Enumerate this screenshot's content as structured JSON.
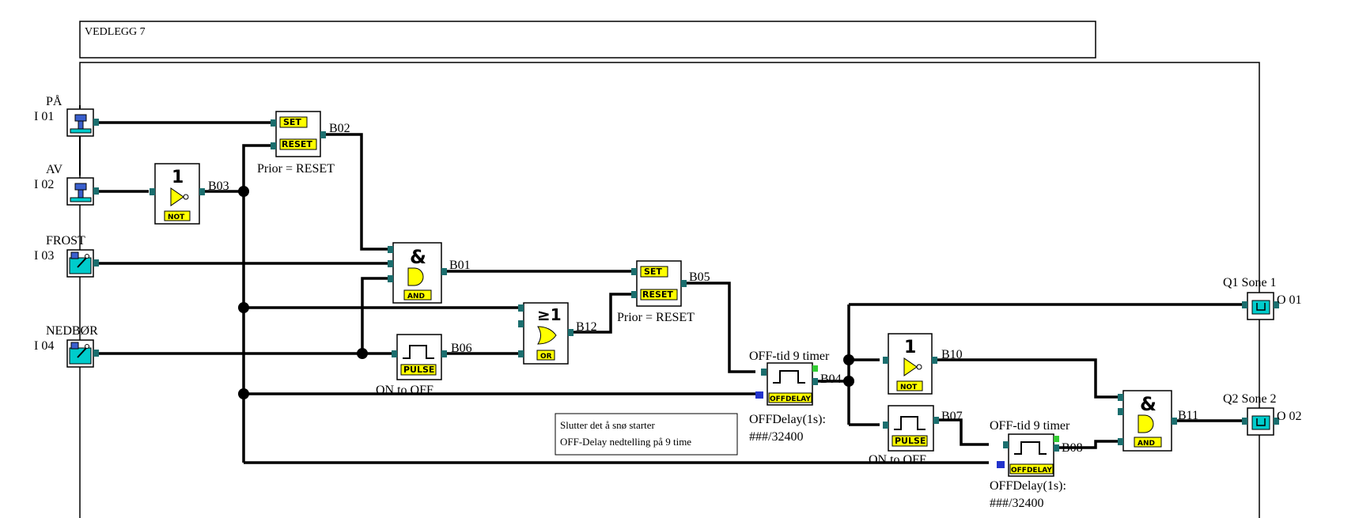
{
  "title": "VEDLEGG 7",
  "inputs": [
    {
      "name": "PÅ",
      "id": "I 01"
    },
    {
      "name": "AV",
      "id": "I 02"
    },
    {
      "name": "FROST",
      "id": "I 03"
    },
    {
      "name": "NEDBØR",
      "id": "I 04"
    }
  ],
  "outputs": [
    {
      "name": "Q1 Sone 1",
      "id": "O 01"
    },
    {
      "name": "Q2 Sone 2",
      "id": "O 02"
    }
  ],
  "blocks": {
    "b02": {
      "id": "B02",
      "set": "SET",
      "reset": "RESET",
      "note": "Prior = RESET"
    },
    "b03": {
      "id": "B03",
      "symbol": "1",
      "type": "NOT"
    },
    "b01": {
      "id": "B01",
      "symbol": "&",
      "type": "AND"
    },
    "b05": {
      "id": "B05",
      "set": "SET",
      "reset": "RESET",
      "note": "Prior = RESET"
    },
    "b12": {
      "id": "B12",
      "symbol": "≥1",
      "type": "OR"
    },
    "b06": {
      "id": "B06",
      "type": "PULSE",
      "note": "ON to OFF"
    },
    "b04": {
      "id": "B04",
      "type": "OFFDELAY",
      "header": "OFF-tid 9 timer",
      "param1": "OFFDelay(1s):",
      "param2": "###/32400"
    },
    "b10": {
      "id": "B10",
      "symbol": "1",
      "type": "NOT"
    },
    "b07": {
      "id": "B07",
      "type": "PULSE",
      "note": "ON to OFF"
    },
    "b08": {
      "id": "B08",
      "type": "OFFDELAY",
      "header": "OFF-tid 9 timer",
      "param1": "OFFDelay(1s):",
      "param2": "###/32400"
    },
    "b11": {
      "id": "B11",
      "symbol": "&",
      "type": "AND"
    }
  },
  "comment": {
    "line1": "Slutter det å snø starter",
    "line2": "OFF-Delay nedtelling på 9 time"
  },
  "colors": {
    "port": "#1b6e6e",
    "label_bg": "#ffff00",
    "input_icon": "#00cccc",
    "output_icon": "#00cccc"
  }
}
